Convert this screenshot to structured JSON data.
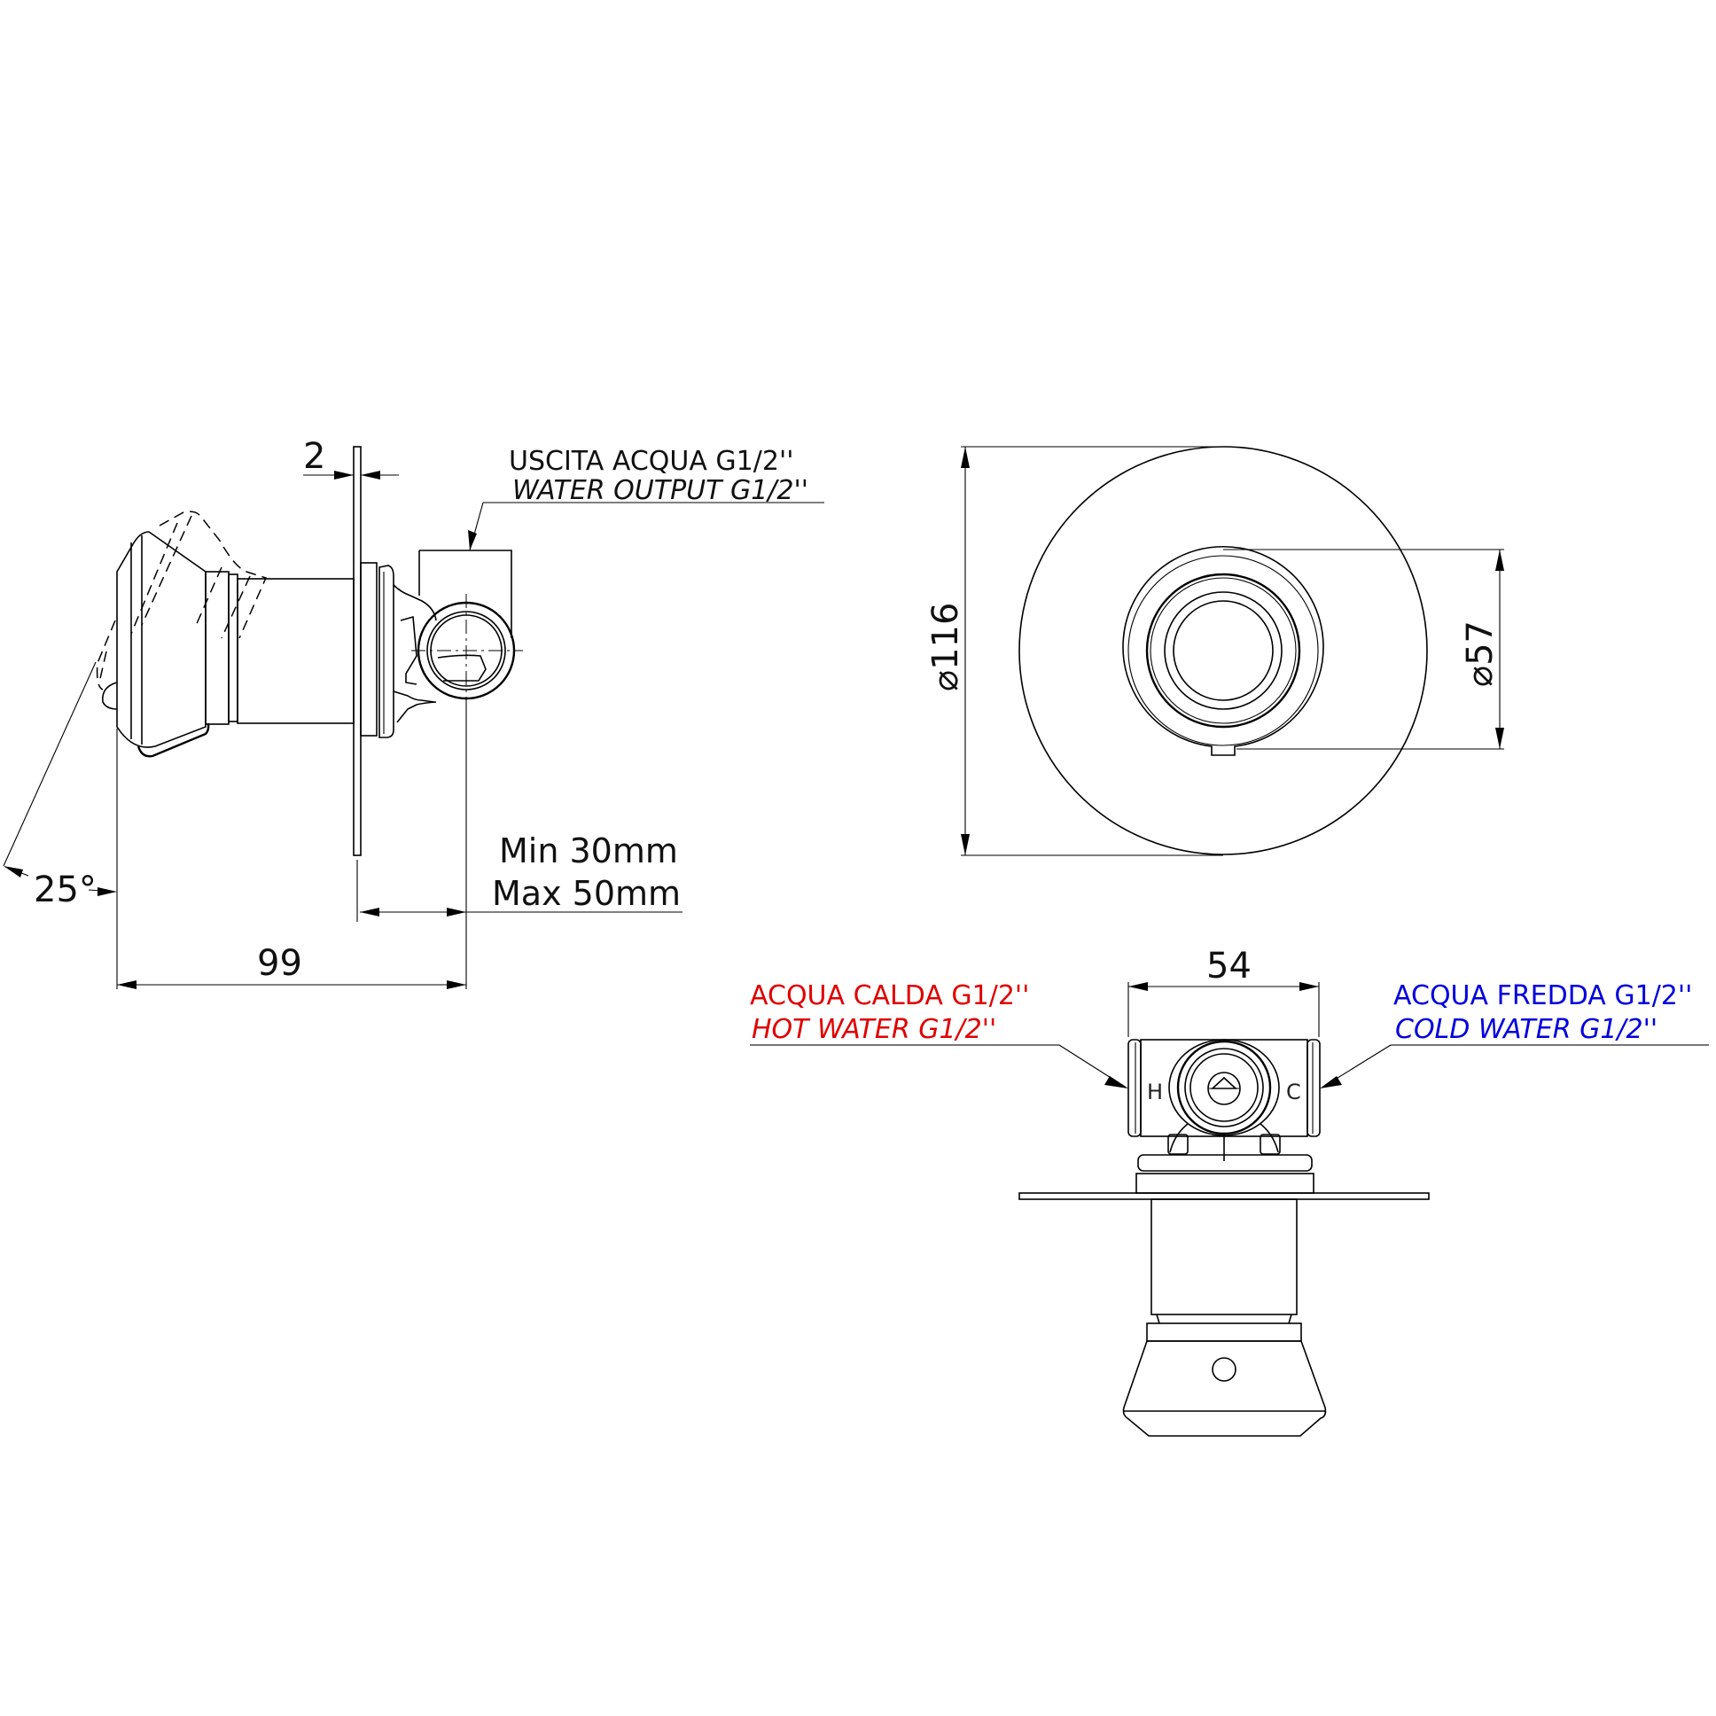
{
  "drawing": {
    "title": "Concealed shower mixer technical drawing",
    "colors": {
      "line": "#000000",
      "hot": "#e00000",
      "cold": "#0000dd",
      "leader_underline": "#777777"
    }
  },
  "side_view": {
    "plate_thickness": "2",
    "outlet_label_it": "USCITA ACQUA G1/2''",
    "outlet_label_en": "WATER OUTPUT G1/2''",
    "wall_depth_min": "Min 30mm",
    "wall_depth_max": "Max 50mm",
    "overall_depth": "99",
    "lever_angle": "25°"
  },
  "front_view": {
    "plate_diameter": "116",
    "handle_diameter": "57",
    "diameter_symbol": "⌀"
  },
  "top_view": {
    "inlet_spacing": "54",
    "hot_label_it": "ACQUA CALDA G1/2''",
    "hot_label_en": "HOT WATER G1/2''",
    "cold_label_it": "ACQUA FREDDA G1/2''",
    "cold_label_en": "COLD WATER G1/2''",
    "hot_marker": "H",
    "cold_marker": "C"
  }
}
